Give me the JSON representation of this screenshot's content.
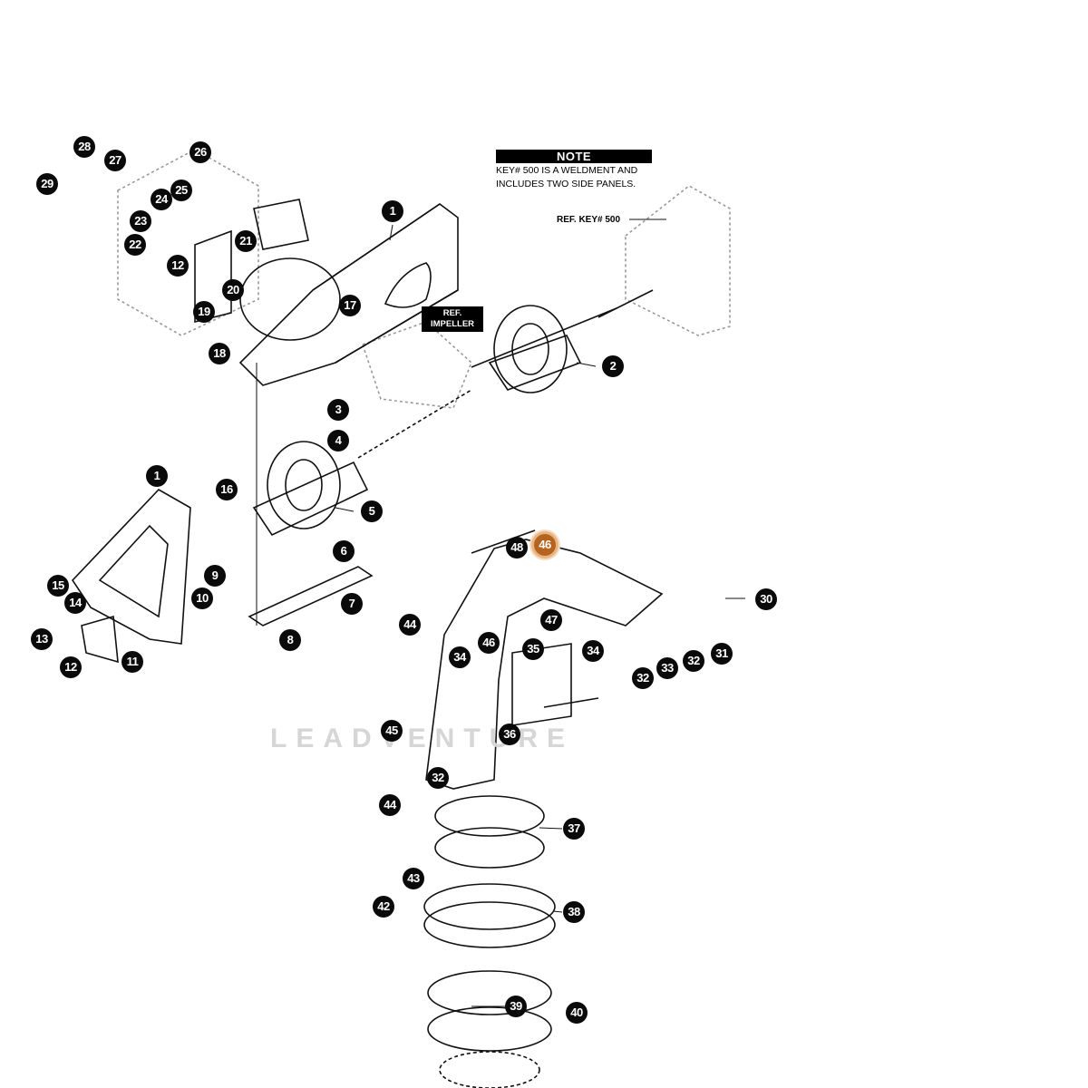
{
  "note": {
    "title": "NOTE",
    "text_line1": "KEY# 500 IS A WELDMENT AND",
    "text_line2": "INCLUDES TWO SIDE PANELS."
  },
  "ref_key": "REF. KEY# 500",
  "ref_impeller": {
    "line1": "REF.",
    "line2": "IMPELLER"
  },
  "watermark": "LEADVENTURE",
  "highlight_color": "#b5631f",
  "callouts": [
    {
      "label": "1"
    },
    {
      "label": "1"
    },
    {
      "label": "2"
    },
    {
      "label": "3"
    },
    {
      "label": "4"
    },
    {
      "label": "5"
    },
    {
      "label": "6"
    },
    {
      "label": "7"
    },
    {
      "label": "8"
    },
    {
      "label": "9"
    },
    {
      "label": "10"
    },
    {
      "label": "11"
    },
    {
      "label": "12"
    },
    {
      "label": "12"
    },
    {
      "label": "13"
    },
    {
      "label": "14"
    },
    {
      "label": "15"
    },
    {
      "label": "16"
    },
    {
      "label": "17"
    },
    {
      "label": "18"
    },
    {
      "label": "19"
    },
    {
      "label": "20"
    },
    {
      "label": "21"
    },
    {
      "label": "22"
    },
    {
      "label": "23"
    },
    {
      "label": "24"
    },
    {
      "label": "25"
    },
    {
      "label": "26"
    },
    {
      "label": "27"
    },
    {
      "label": "28"
    },
    {
      "label": "29"
    },
    {
      "label": "30"
    },
    {
      "label": "31"
    },
    {
      "label": "32"
    },
    {
      "label": "32"
    },
    {
      "label": "32"
    },
    {
      "label": "33"
    },
    {
      "label": "34"
    },
    {
      "label": "34"
    },
    {
      "label": "35"
    },
    {
      "label": "36"
    },
    {
      "label": "37"
    },
    {
      "label": "38"
    },
    {
      "label": "39"
    },
    {
      "label": "40"
    },
    {
      "label": "42"
    },
    {
      "label": "43"
    },
    {
      "label": "44"
    },
    {
      "label": "44"
    },
    {
      "label": "45"
    },
    {
      "label": "46"
    },
    {
      "label": "46",
      "highlighted": true
    },
    {
      "label": "47"
    },
    {
      "label": "48"
    }
  ]
}
